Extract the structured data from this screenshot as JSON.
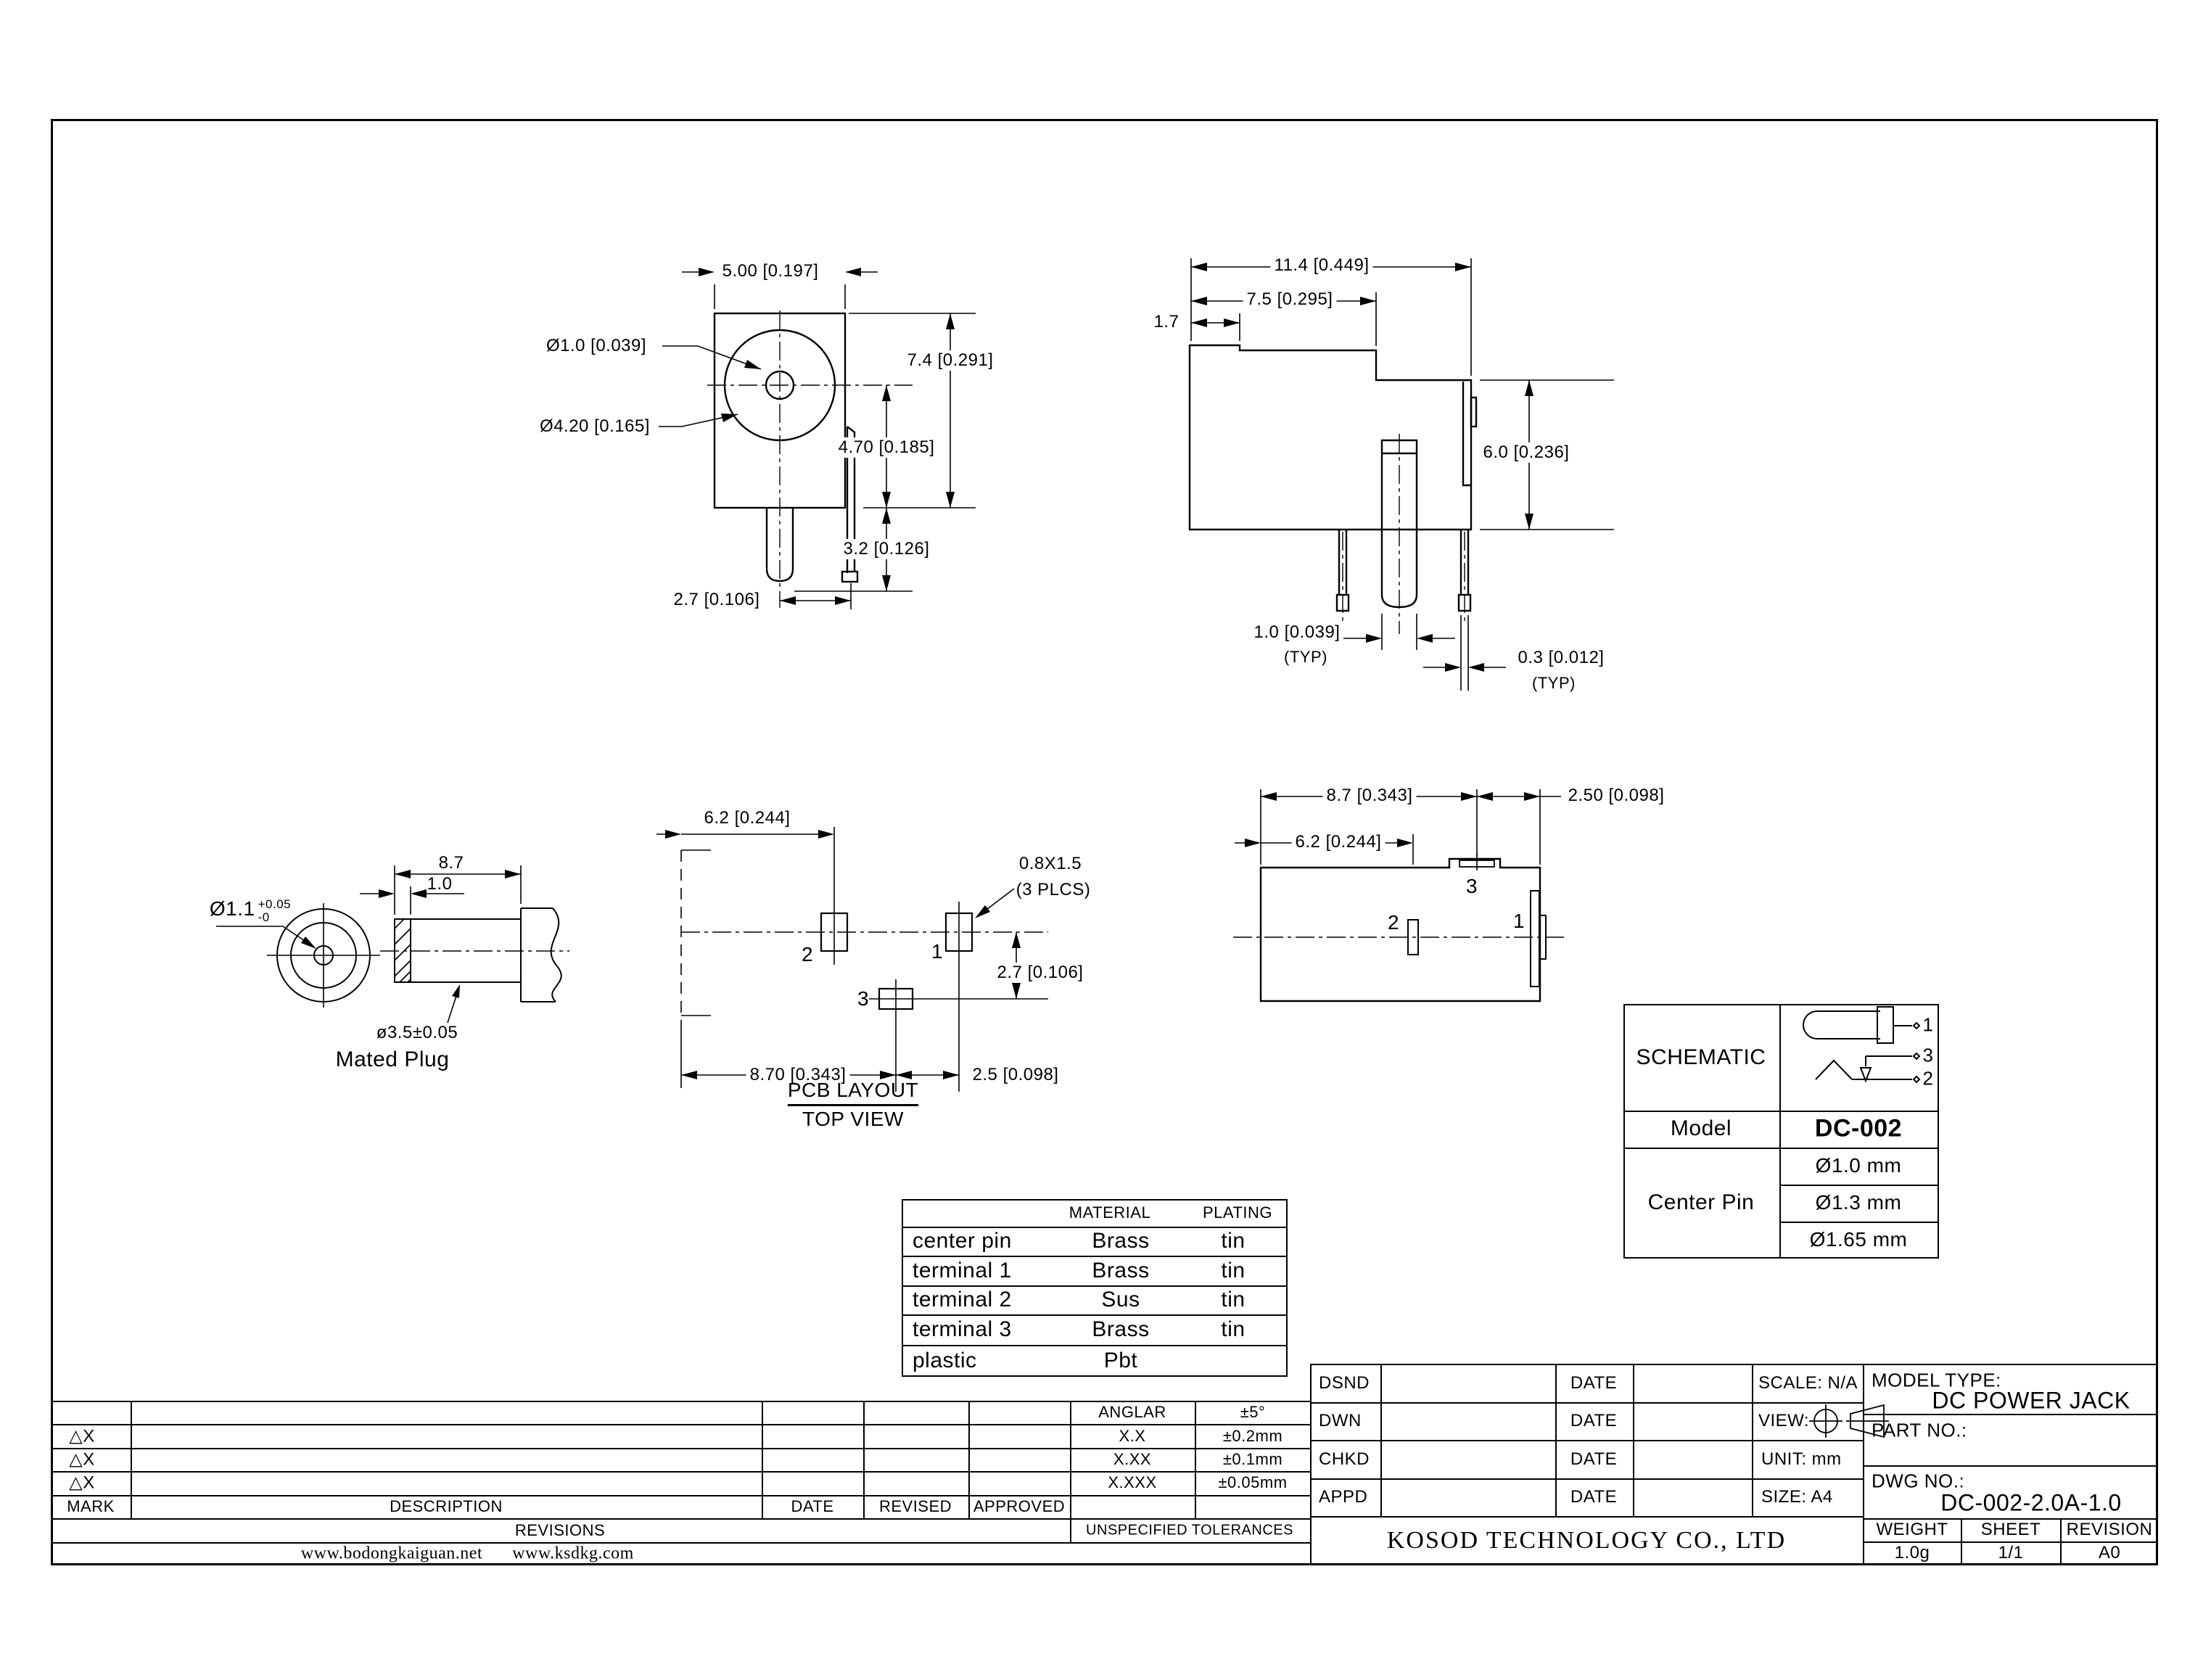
{
  "drawing": {
    "front_view": {
      "dim_width": "5.00 [0.197]",
      "dim_pin_dia": "Ø1.0 [0.039]",
      "dim_outer_dia": "Ø4.20 [0.165]",
      "dim_total_height": "7.4 [0.291]",
      "dim_center_height": "4.70 [0.185]",
      "dim_pin_length": "3.2 [0.126]",
      "dim_pin_pitch": "2.7 [0.106]"
    },
    "side_view": {
      "dim_total_width": "11.4 [0.449]",
      "dim_body_width": "7.5 [0.295]",
      "dim_ledge": "1.7",
      "dim_height": "6.0 [0.236]",
      "dim_pin_width": "1.0 [0.039]",
      "dim_pin_width_note": "(TYP)",
      "dim_tab_thickness": "0.3 [0.012]",
      "dim_tab_thickness_note": "(TYP)"
    },
    "mated_plug": {
      "label": "Mated Plug",
      "dim_pin_dia": "Ø1.1",
      "dim_pin_tol_plus": "+0.05",
      "dim_pin_tol_minus": "-0",
      "dim_length": "8.7",
      "dim_tip": "1.0",
      "dim_barrel_dia": "ø3.5±0.05"
    },
    "pcb_layout": {
      "title": "PCB LAYOUT",
      "subtitle": "TOP VIEW",
      "dim_pad2_x": "6.2 [0.244]",
      "dim_pad_size": "0.8X1.5",
      "dim_pad_size_note": "(3 PLCS)",
      "dim_pad3_y": "2.7 [0.106]",
      "dim_pad3_x": "8.70 [0.343]",
      "dim_pad1_x": "2.5 [0.098]",
      "pad1": "1",
      "pad2": "2",
      "pad3": "3"
    },
    "bottom_view": {
      "dim_term3_x": "8.7 [0.343]",
      "dim_term1_x": "2.50 [0.098]",
      "dim_term2_x": "6.2 [0.244]",
      "term1": "1",
      "term2": "2",
      "term3": "3"
    }
  },
  "schematic_table": {
    "schematic_label": "SCHEMATIC",
    "model_label": "Model",
    "model_value": "DC-002",
    "center_pin_label": "Center Pin",
    "center_pin_options": [
      "Ø1.0 mm",
      "Ø1.3 mm",
      "Ø1.65 mm"
    ],
    "terminals": {
      "t1": "1",
      "t2": "2",
      "t3": "3"
    }
  },
  "material_table": {
    "col_material": "MATERIAL",
    "col_plating": "PLATING",
    "rows": [
      {
        "part": "center pin",
        "material": "Brass",
        "plating": "tin"
      },
      {
        "part": "terminal 1",
        "material": "Brass",
        "plating": "tin"
      },
      {
        "part": "terminal 2",
        "material": "Sus",
        "plating": "tin"
      },
      {
        "part": "terminal 3",
        "material": "Brass",
        "plating": "tin"
      },
      {
        "part": "plastic",
        "material": "Pbt",
        "plating": ""
      }
    ]
  },
  "revision_table": {
    "mark_label": "MARK",
    "description_label": "DESCRIPTION",
    "date_label": "DATE",
    "revised_label": "REVISED",
    "approved_label": "APPROVED",
    "revisions_label": "REVISIONS",
    "delta_marks": [
      "△X",
      "△X",
      "△X"
    ],
    "website_left": "www.bodongkaiguan.net",
    "website_right": "www.ksdkg.com"
  },
  "tolerance_table": {
    "title": "UNSPECIFIED TOLERANCES",
    "rows": [
      {
        "range": "ANGLAR",
        "tol": "±5°"
      },
      {
        "range": "X.X",
        "tol": "±0.2mm"
      },
      {
        "range": "X.XX",
        "tol": "±0.1mm"
      },
      {
        "range": "X.XXX",
        "tol": "±0.05mm"
      }
    ]
  },
  "title_block": {
    "dsnd_label": "DSND",
    "dwn_label": "DWN",
    "chkd_label": "CHKD",
    "appd_label": "APPD",
    "date_label": "DATE",
    "scale": "SCALE: N/A",
    "view_label": "VIEW:",
    "unit": "UNIT: mm",
    "size": "SIZE: A4",
    "model_type_label": "MODEL TYPE:",
    "model_type_value": "DC POWER JACK",
    "part_no_label": "PART NO.:",
    "dwg_no_label": "DWG NO.:",
    "dwg_no_value": "DC-002-2.0A-1.0",
    "weight_label": "WEIGHT",
    "weight_value": "1.0g",
    "sheet_label": "SHEET",
    "sheet_value": "1/1",
    "revision_label": "REVISION",
    "revision_value": "A0",
    "company": "KOSOD TECHNOLOGY CO., LTD"
  }
}
